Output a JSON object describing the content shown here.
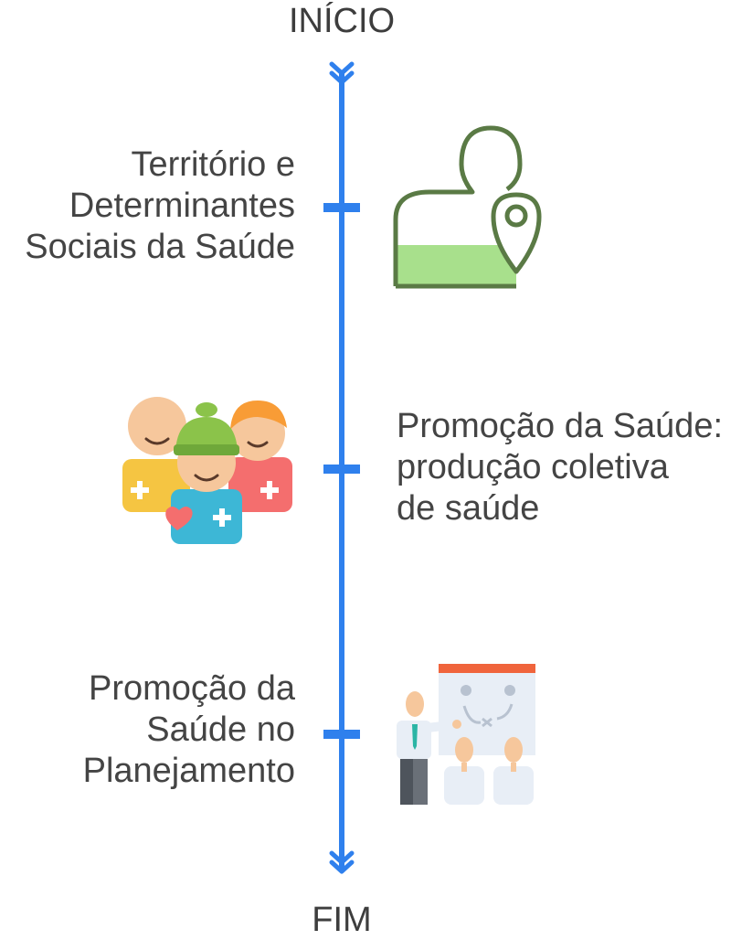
{
  "flow": {
    "start_label": "INÍCIO",
    "end_label": "FIM",
    "accent_color": "#2F80ED",
    "steps": [
      {
        "lines": [
          "Território e",
          "Determinantes",
          "Sociais da Saúde"
        ],
        "side": "left",
        "icon": "person-location-icon"
      },
      {
        "lines": [
          "Promoção da Saúde:",
          "produção coletiva",
          "de saúde"
        ],
        "side": "right",
        "icon": "community-health-icon"
      },
      {
        "lines": [
          "Promoção da",
          "Saúde no",
          "Planejamento"
        ],
        "side": "left",
        "icon": "presentation-planning-icon"
      }
    ]
  }
}
